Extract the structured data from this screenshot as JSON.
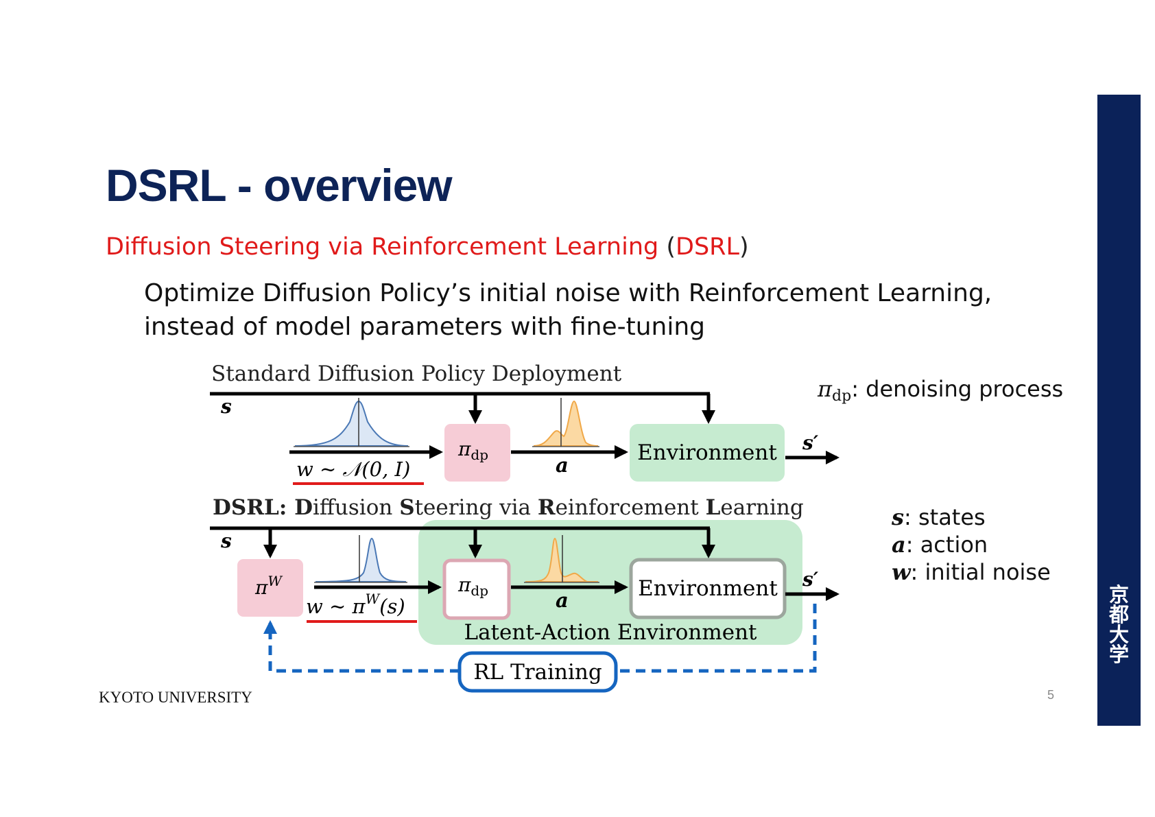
{
  "slide": {
    "title": "DSRL - overview",
    "subtitle_term": "Diffusion Steering via Reinforcement Learning",
    "subtitle_open": " (",
    "subtitle_abbr": "DSRL",
    "subtitle_close": ")",
    "body_line1": "Optimize Diffusion Policy’s initial noise with Reinforcement Learning,",
    "body_line2": "instead of model parameters with fine-tuning"
  },
  "diagram": {
    "top": {
      "title": "Standard Diffusion Policy Deployment",
      "state_label": "s",
      "noise_label": "w ∼ 𝒩(0, I)",
      "policy_label": "π",
      "policy_sub": "dp",
      "action_label": "a",
      "env_label": "Environment",
      "next_state_label": "s′"
    },
    "bottom": {
      "title_parts": [
        "D",
        "SRL: ",
        "D",
        "iffusion ",
        "S",
        "teering via ",
        "R",
        "einforcement ",
        "L",
        "earning"
      ],
      "state_label": "s",
      "steer_policy_label": "π",
      "steer_policy_sup": "W",
      "noise_label_pre": "w ∼ π",
      "noise_label_sup": "W",
      "noise_label_post": "(s)",
      "policy_label": "π",
      "policy_sub": "dp",
      "action_label": "a",
      "env_label": "Environment",
      "next_state_label": "s′",
      "latent_env_label": "Latent-Action Environment",
      "rl_training_label": "RL Training"
    }
  },
  "legend": {
    "pi_symbol": "π",
    "pi_sub": "dp",
    "pi_desc": ": denoising process",
    "s_symbol": "s",
    "s_desc": ": states",
    "a_symbol": "a",
    "a_desc": ": action",
    "w_symbol": "w",
    "w_desc": ": initial noise"
  },
  "footer": {
    "university": "KYOTO UNIVERSITY",
    "page_number": "5",
    "kanji": "京\n都\n大\n学"
  },
  "colors": {
    "title_navy": "#0d2357",
    "accent_red": "#e01a1a",
    "policy_pink": "#f6ccd6",
    "env_green": "#c6ebd0",
    "rl_blue": "#1565c0",
    "gauss_blue": "#4a78b5",
    "action_orange": "#f0a848",
    "side_bar_navy": "#0b2259"
  }
}
